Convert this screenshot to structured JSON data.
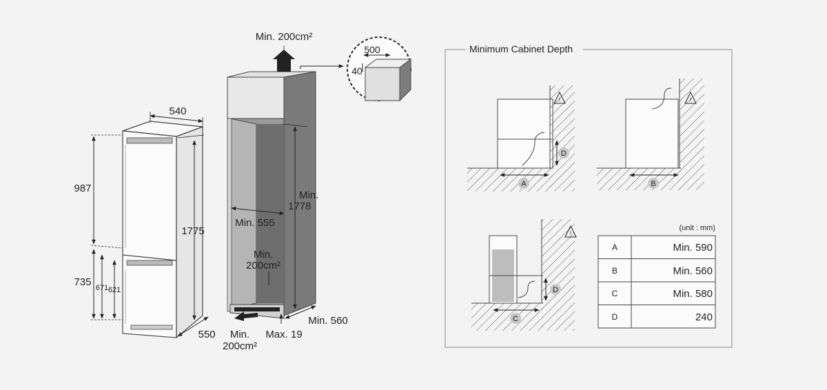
{
  "fridge": {
    "width": "540",
    "total_height": "1775",
    "upper_height": "987",
    "lower_height": "735",
    "lower_dim_1": "671",
    "lower_dim_2": "621",
    "depth": "550"
  },
  "cabinet": {
    "top_vent": "Min. 200cm²",
    "inner_height_line1": "Min.",
    "inner_height_line2": "1778",
    "inner_width": "Min. 555",
    "rear_vent_line1": "Min.",
    "rear_vent_line2": "200cm²",
    "bottom_vent_line1": "Min.",
    "bottom_vent_line2": "200cm²",
    "plinth_gap": "Max. 19",
    "depth": "Min. 560"
  },
  "detail_circle": {
    "width": "500",
    "height": "40"
  },
  "depth_panel": {
    "title": "Minimum Cabinet Depth",
    "unit": "(unit : mm)",
    "marker_a": "A",
    "marker_b": "B",
    "marker_c": "C",
    "marker_d": "D",
    "rows": [
      {
        "key": "A",
        "value": "Min. 590"
      },
      {
        "key": "B",
        "value": "Min. 560"
      },
      {
        "key": "C",
        "value": "Min. 580"
      },
      {
        "key": "D",
        "value": "240"
      }
    ]
  }
}
